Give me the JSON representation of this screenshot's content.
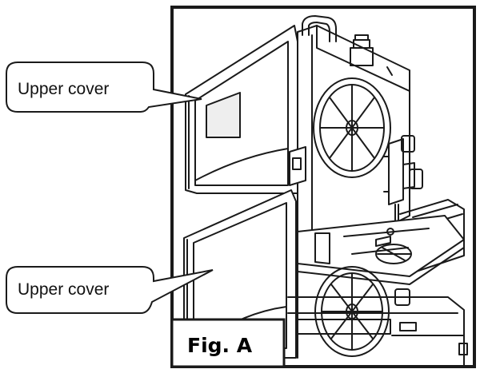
{
  "callouts": [
    {
      "label": "Upper cover"
    },
    {
      "label": "Upper cover"
    }
  ],
  "figure": {
    "label": "Fig. A"
  },
  "colors": {
    "line": "#1a1a1a",
    "paper": "#ffffff"
  }
}
